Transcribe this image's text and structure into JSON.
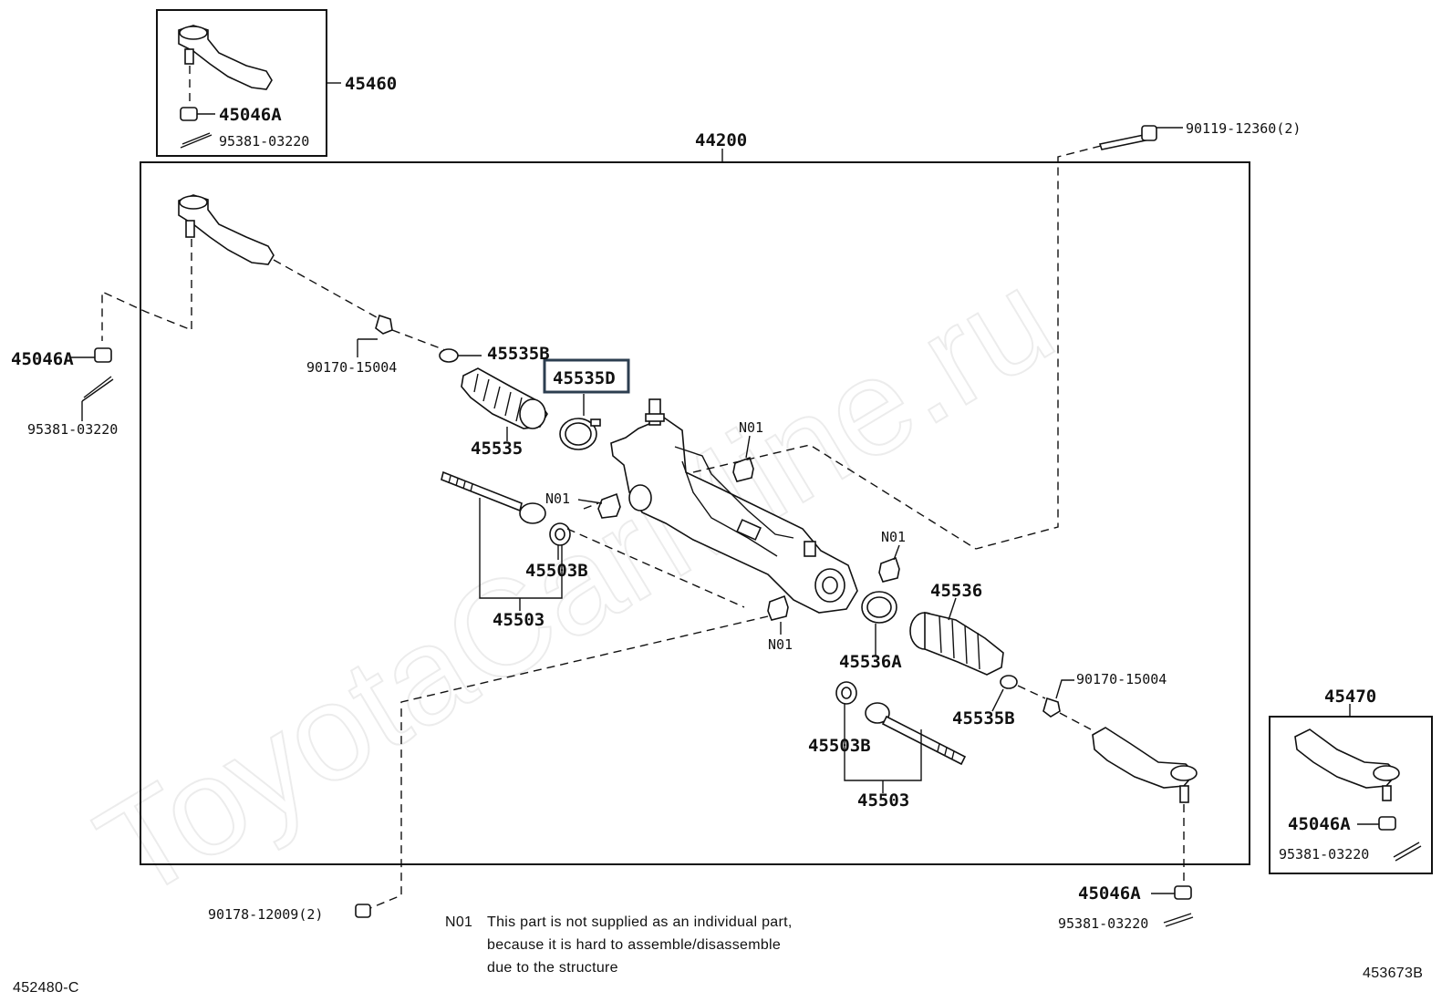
{
  "watermark": "ToyotaCarMine.ru",
  "labels": {
    "box_left_assembly": "45460",
    "box_left_nut": "45046A",
    "box_left_pin": "95381-03220",
    "gear_assembly": "44200",
    "bolt_top_right": "90119-12360(2)",
    "left_nut": "45046A",
    "left_pin": "95381-03220",
    "left_lock_nut": "90170-15004",
    "left_clip": "45535B",
    "clamp_highlighted": "45535D",
    "left_boot": "45535",
    "nd1_top": "N01",
    "nd1_left": "N01",
    "left_washer": "45503B",
    "left_tie_rod": "45503",
    "nd1_right": "N01",
    "right_boot": "45536",
    "nd1_bottom": "N01",
    "right_clamp": "45536A",
    "right_lock_nut": "90170-15004",
    "right_clip": "45535B",
    "right_washer": "45503B",
    "right_tie_rod": "45503",
    "box_right_assembly": "45470",
    "box_right_nut": "45046A",
    "box_right_pin": "95381-03220",
    "right_nut": "45046A",
    "right_pin": "95381-03220",
    "bolt_bottom_left": "90178-12009(2)"
  },
  "footnote": {
    "code": "N01",
    "line1": "This part is not supplied as an individual part,",
    "line2": "because it is hard to assemble/disassemble",
    "line3": "due to the structure"
  },
  "corner": {
    "left": "452480-C",
    "right": "453673B"
  }
}
